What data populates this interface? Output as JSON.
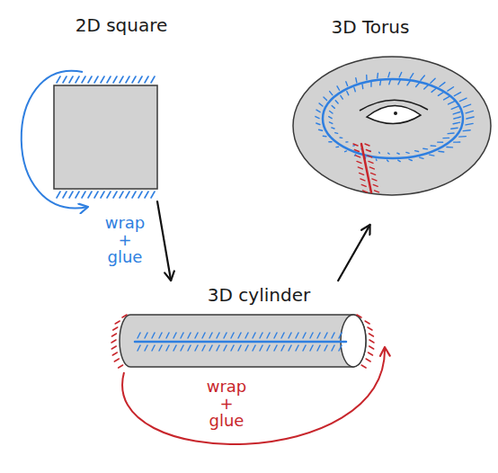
{
  "diagram": {
    "nodes": [
      {
        "text": [
          "2D square"
        ]
      },
      {
        "text": [
          "3D Torus"
        ]
      },
      {
        "text": [
          "3D cylinder"
        ]
      }
    ],
    "edges": [
      {
        "from": 0,
        "to": 2,
        "arrow": "to"
      },
      {
        "from": 2,
        "to": 1,
        "arrow": "to"
      }
    ],
    "labels": [
      "wrap + glue",
      "wrap + glue"
    ]
  }
}
